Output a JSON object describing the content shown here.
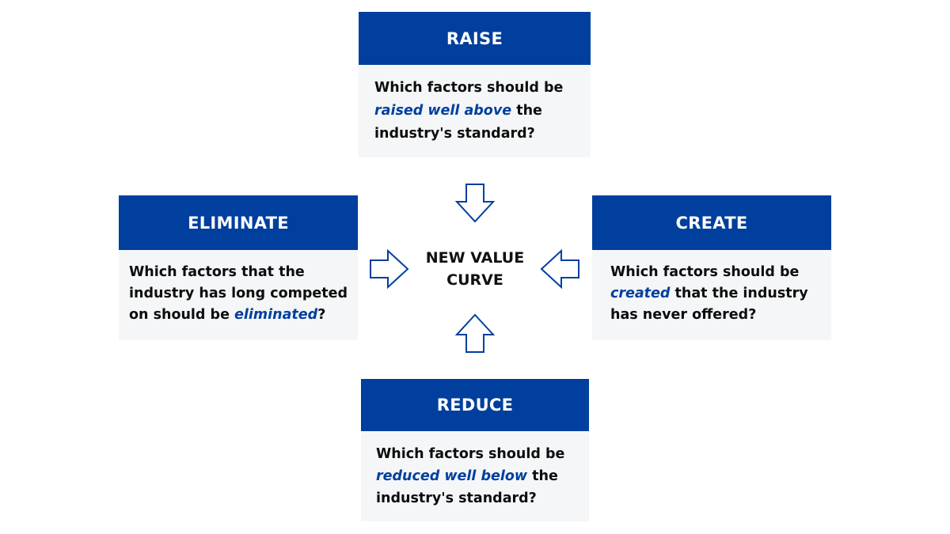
{
  "accent_color": "#003f9e",
  "center": {
    "line1": "NEW VALUE",
    "line2": "CURVE"
  },
  "raise": {
    "title": "RAISE",
    "line1": "Which factors should be",
    "emphasis": "raised well above",
    "after_emphasis": " the",
    "line3": "industry's standard?"
  },
  "eliminate": {
    "title": "ELIMINATE",
    "line1": "Which factors that the",
    "line2": "industry has long competed",
    "before_emphasis": "on should be ",
    "emphasis": "eliminated",
    "after_emphasis": "?"
  },
  "create": {
    "title": "CREATE",
    "line1": "Which factors should be",
    "emphasis": "created",
    "after_emphasis": " that the industry",
    "line3": "has never offered?"
  },
  "reduce": {
    "title": "REDUCE",
    "line1": "Which factors should be",
    "emphasis": "reduced well below",
    "after_emphasis": " the",
    "line3": "industry's standard?"
  },
  "arrows": {
    "top": "down-arrow-icon",
    "bottom": "up-arrow-icon",
    "left": "right-arrow-icon",
    "right": "left-arrow-icon"
  }
}
